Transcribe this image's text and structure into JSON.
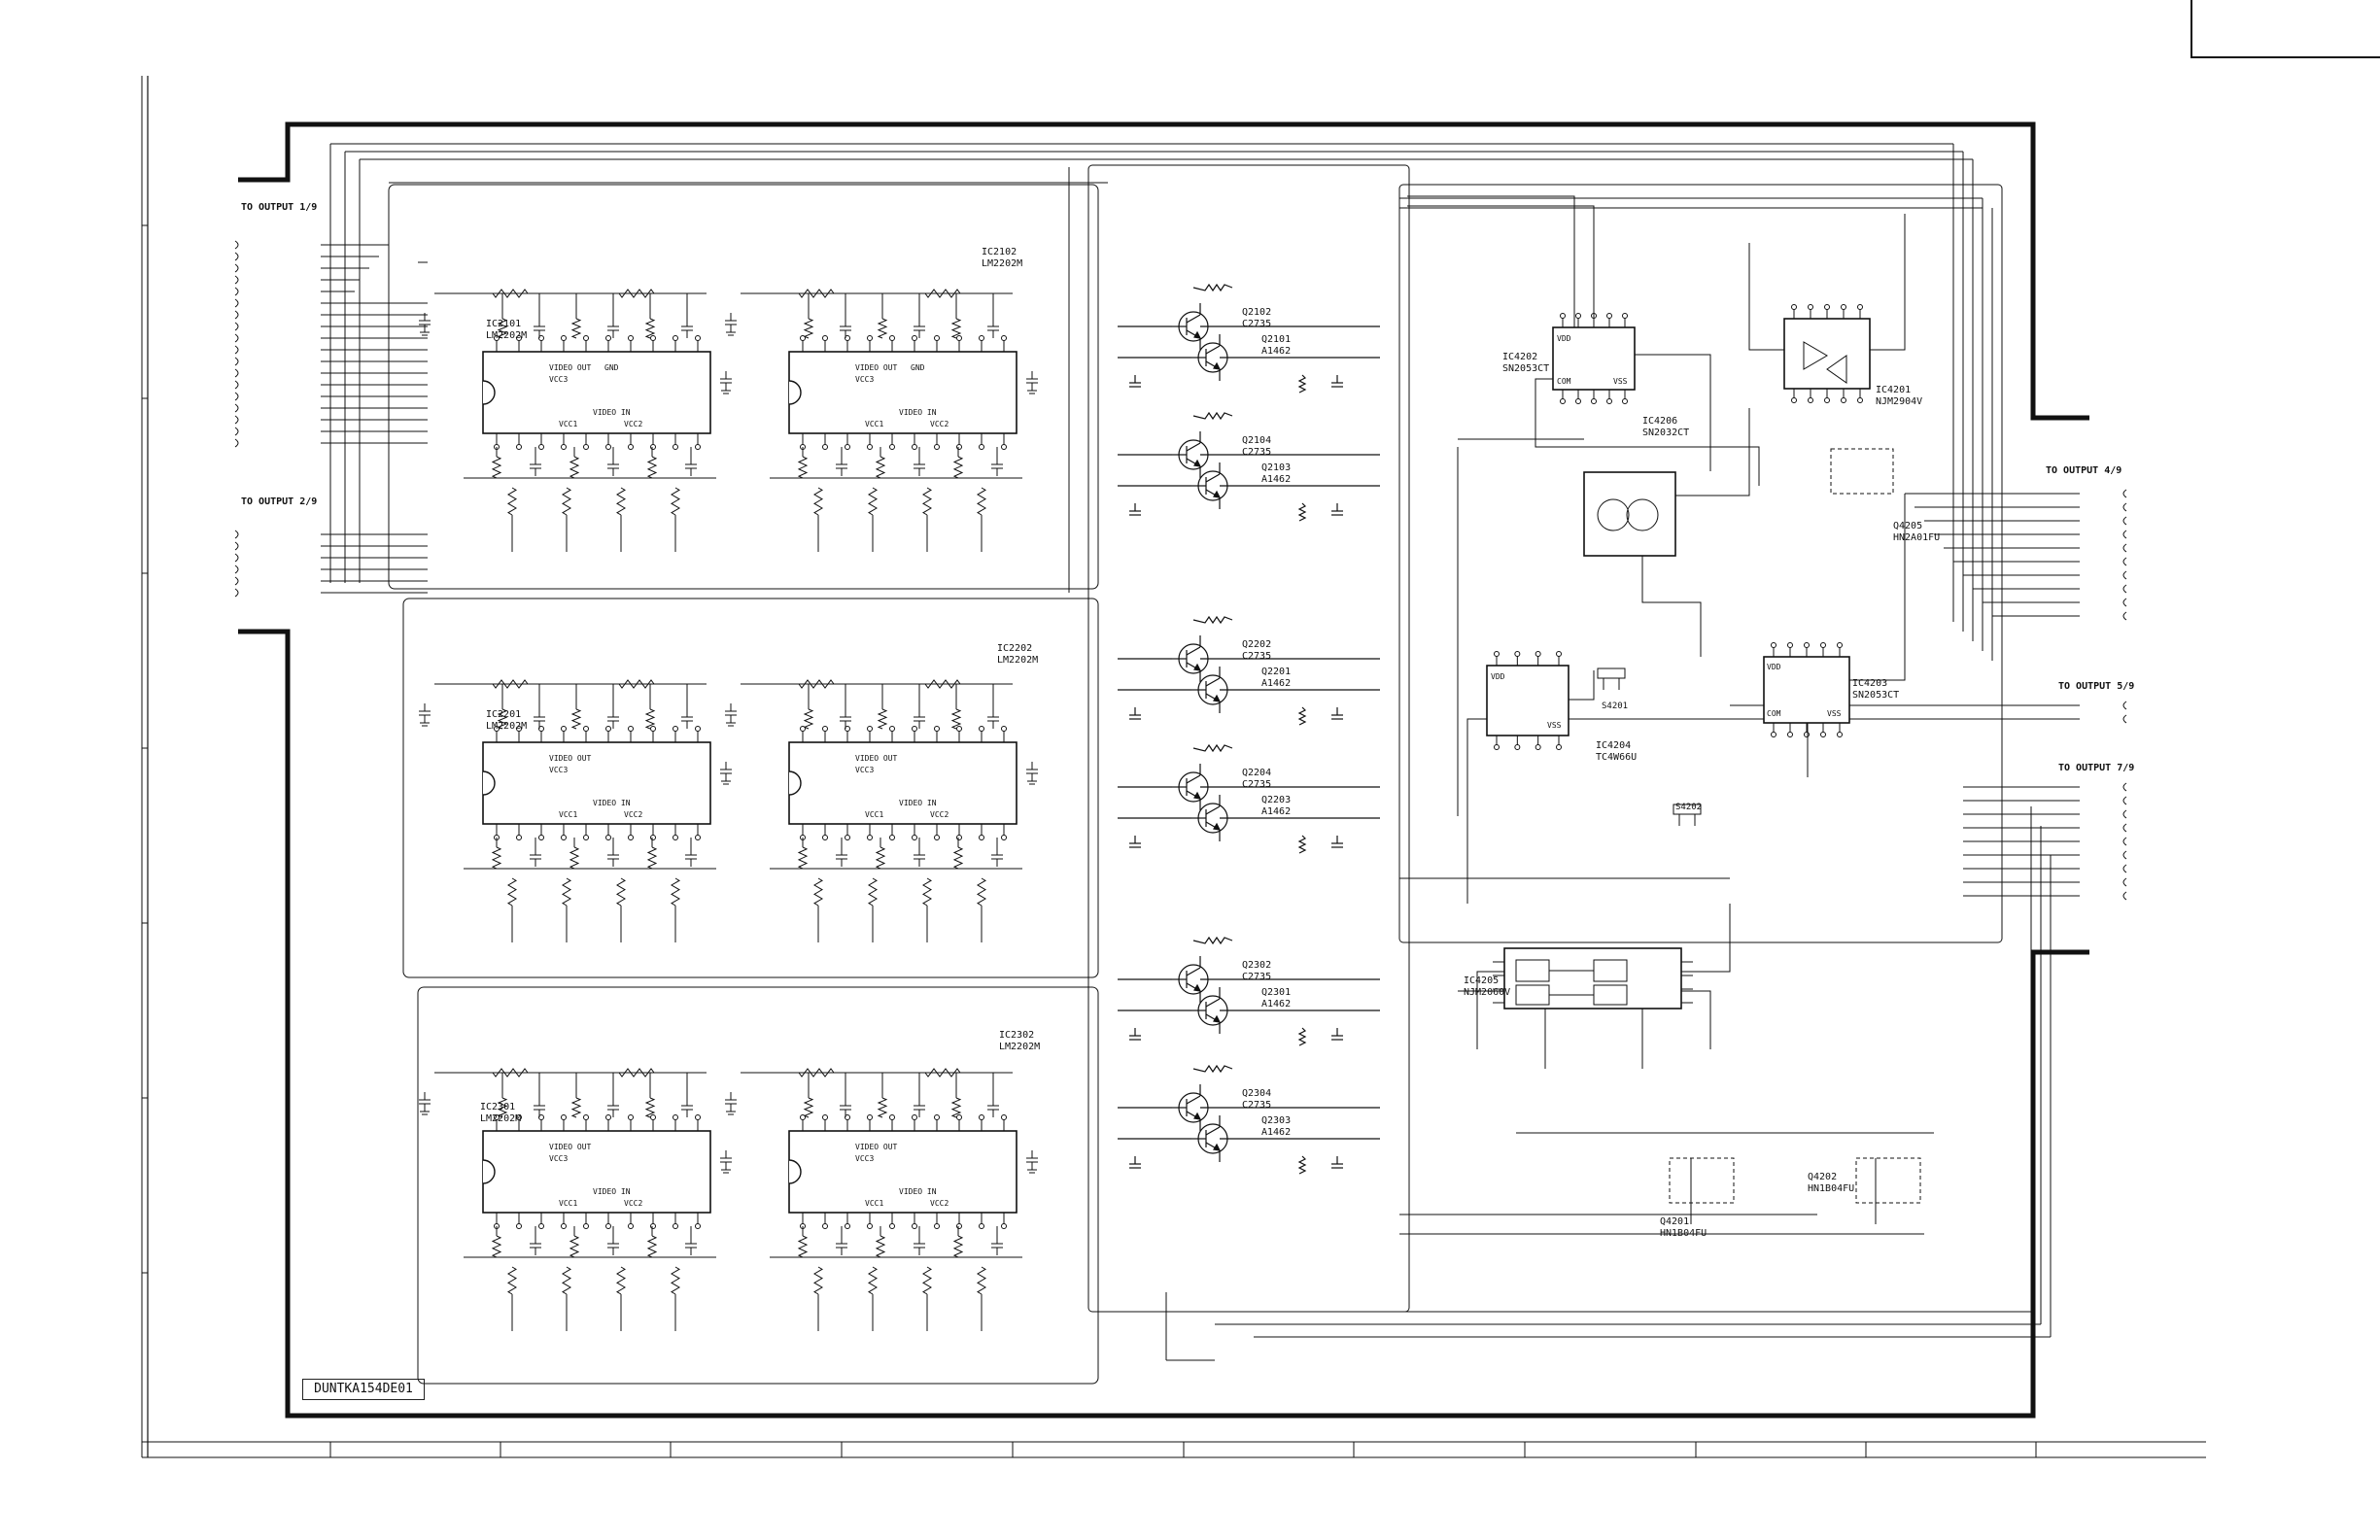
{
  "board_code": "DUNTKA154DE01",
  "output_headers": {
    "out1": "TO OUTPUT 1/9",
    "out2": "TO OUTPUT 2/9",
    "out4": "TO OUTPUT 4/9",
    "out5": "TO OUTPUT 5/9",
    "out7": "TO OUTPUT 7/9"
  },
  "ic_labels": {
    "ic2101": "IC2101\nLM2202M",
    "ic2102": "IC2102\nLM2202M",
    "ic2201": "IC2201\nLM2202M",
    "ic2202": "IC2202\nLM2202M",
    "ic2301": "IC2301\nLM2202M",
    "ic2302": "IC2302\nLM2202M",
    "ic4201": "IC4201\nNJM2904V",
    "ic4202": "IC4202\nSN2053CT",
    "ic4203": "IC4203\nSN2053CT",
    "ic4204": "IC4204\nTC4W66U",
    "ic4205": "IC4205\nNJM2060V",
    "ic4206": "IC4206\nSN2032CT"
  },
  "transistors": {
    "q2101": "Q2101\nA1462",
    "q2102": "Q2102\nC2735",
    "q2103": "Q2103\nA1462",
    "q2104": "Q2104\nC2735",
    "q2201": "Q2201\nA1462",
    "q2202": "Q2202\nC2735",
    "q2203": "Q2203\nA1462",
    "q2204": "Q2204\nC2735",
    "q2301": "Q2301\nA1462",
    "q2302": "Q2302\nC2735",
    "q2303": "Q2303\nA1462",
    "q2304": "Q2304\nC2735",
    "q4201": "Q4201\nHN1B04FU",
    "q4202": "Q4202\nHN1B04FU",
    "q4205": "Q4205\nHN2A01FU"
  },
  "chip_text": {
    "video_out": "VIDEO OUT",
    "video_in": "VIDEO IN",
    "vcc1": "VCC1",
    "vcc2": "VCC2",
    "vcc3": "VCC3",
    "gnd": "GND"
  },
  "analog_switch_text": {
    "vdd": "VDD",
    "com": "COM",
    "vss": "VSS"
  },
  "switches": {
    "s4201": "S4201",
    "s4202": "S4202"
  },
  "colors": {
    "ink": "#111111",
    "paper": "#ffffff"
  }
}
